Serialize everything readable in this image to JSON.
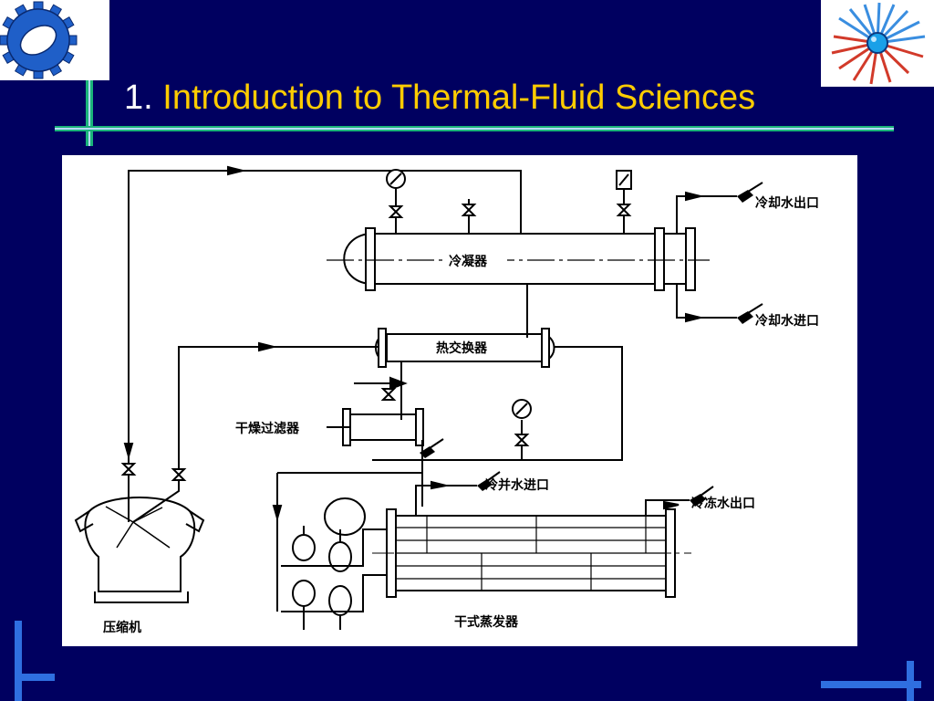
{
  "header": {
    "number": "1.",
    "title": "Introduction to Thermal-Fluid Sciences",
    "title_color": "#ffcc00",
    "background_color": "#000060",
    "rule_color": "#1bb47a",
    "accent_color": "#2f6fe0"
  },
  "logos": {
    "left": "gear-logo",
    "right": "radial-fan-logo"
  },
  "diagram": {
    "labels": {
      "condenser": "冷凝器",
      "heat_exchanger": "热交换器",
      "dryer_filter": "干燥过滤器",
      "compressor": "压缩机",
      "evaporator": "干式蒸发器",
      "cooling_water_out": "冷却水出口",
      "cooling_water_in": "冷却水进口",
      "chilled_water_in": "冷并水进口",
      "chilled_water_out": "冷冻水出口"
    }
  }
}
